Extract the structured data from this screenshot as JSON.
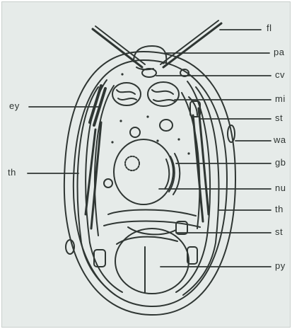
{
  "diagram": {
    "labels": {
      "fl": "fl",
      "pa": "pa",
      "cv": "cv",
      "mi": "mi",
      "st_top": "st",
      "wa": "wa",
      "gb": "gb",
      "nu": "nu",
      "th_right": "th",
      "st_bottom": "st",
      "py": "py",
      "ey": "ey",
      "th_left": "th"
    },
    "colors": {
      "background": "#e6ebe9",
      "line": "#2f3633"
    }
  }
}
